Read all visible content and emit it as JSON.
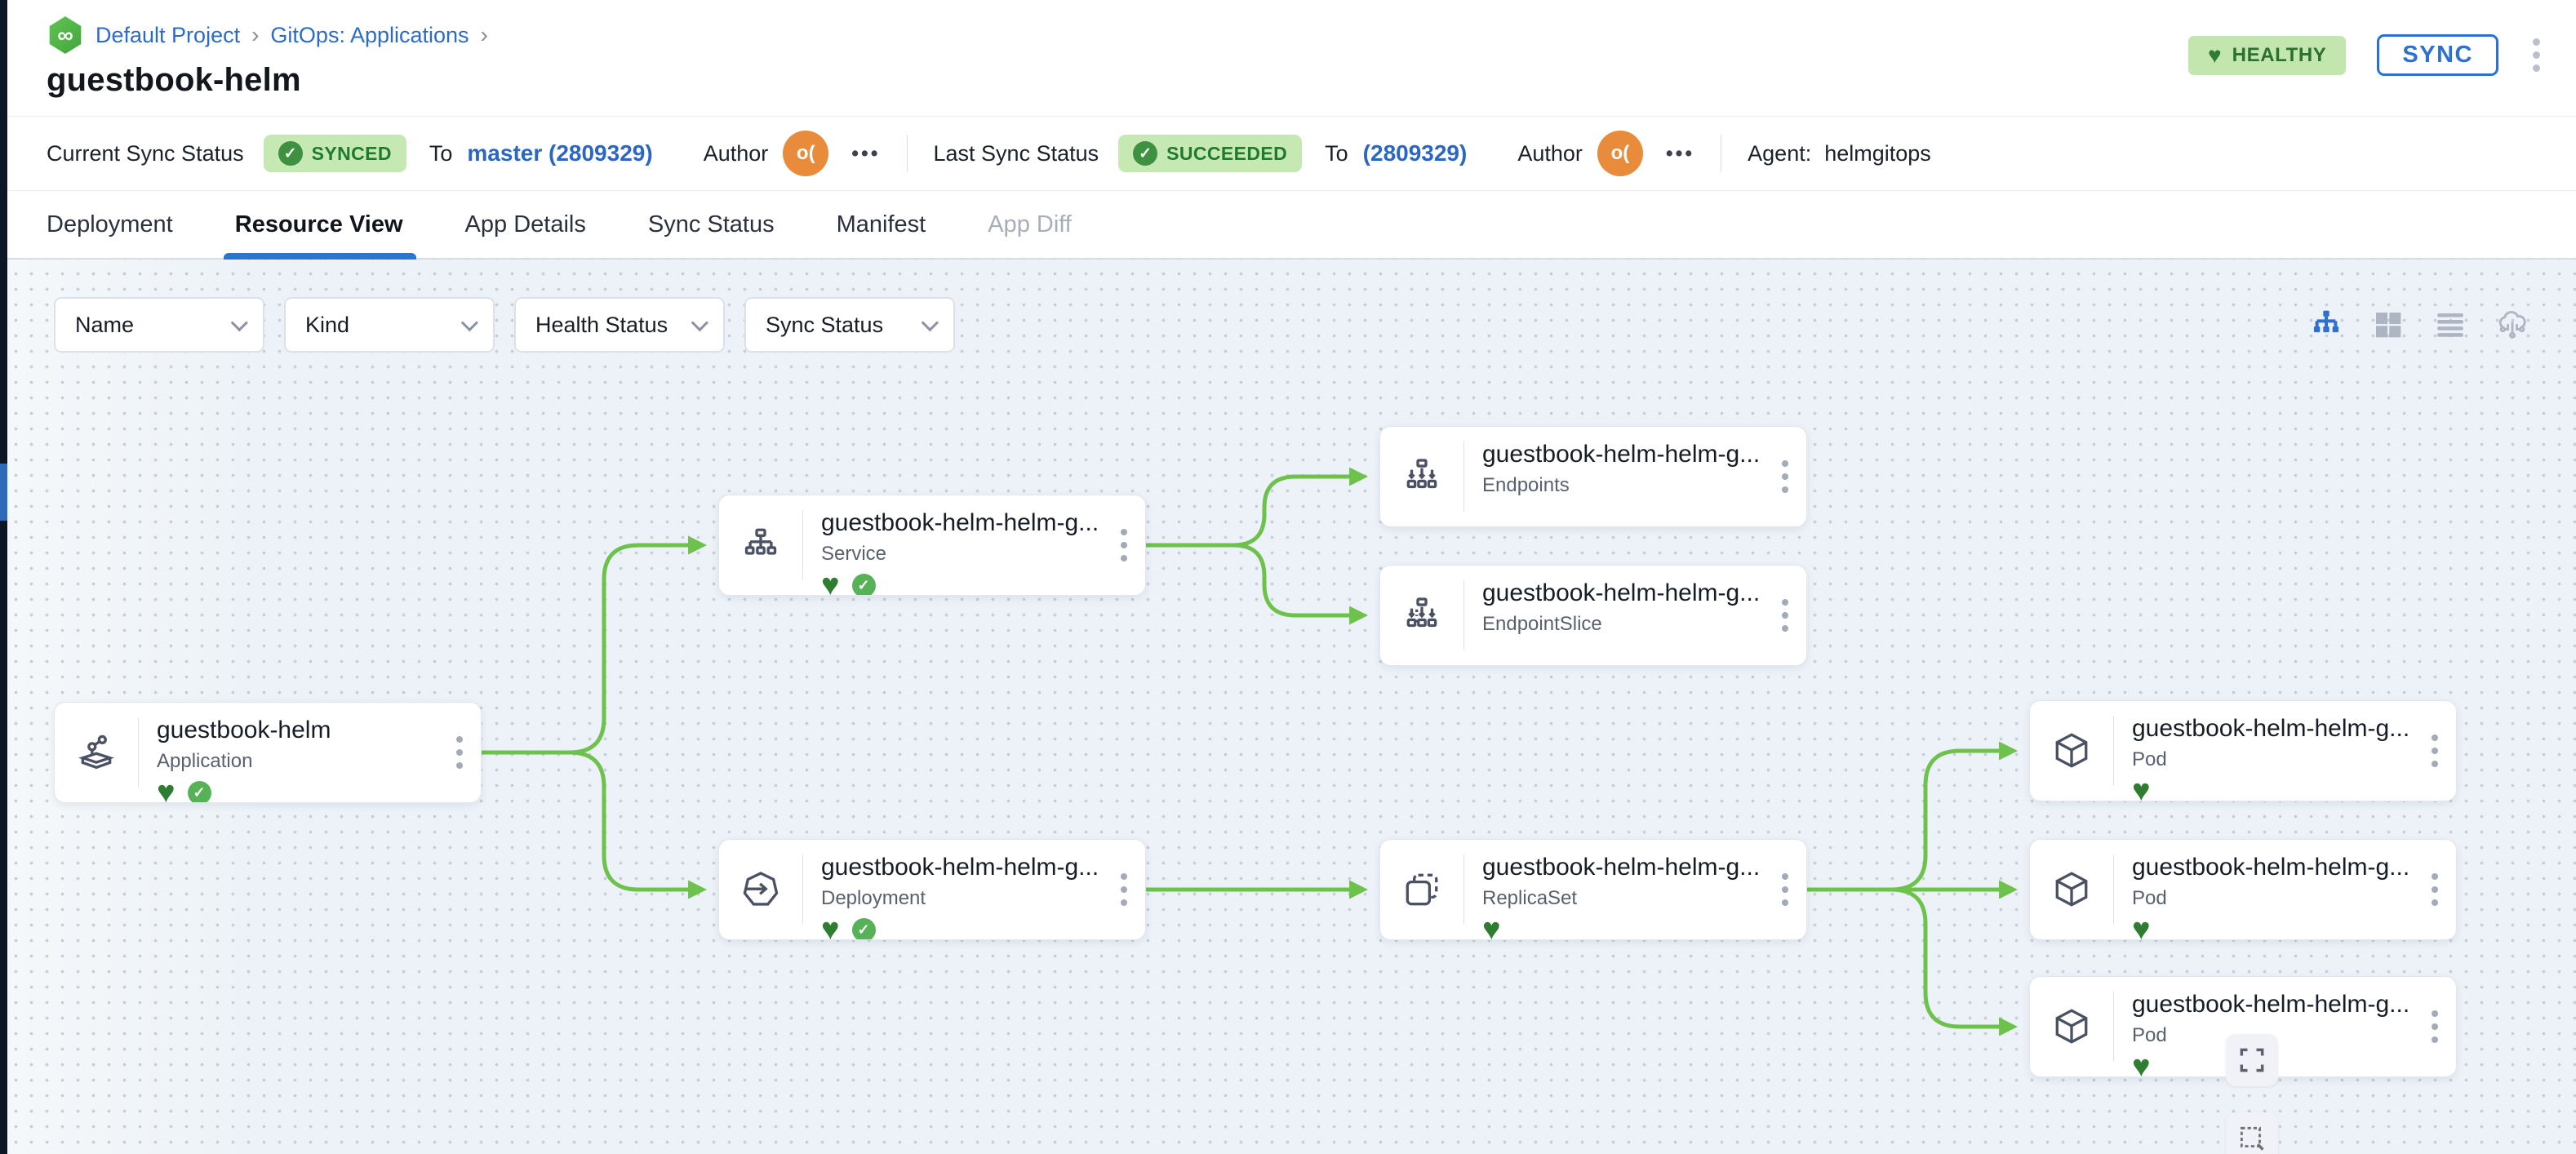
{
  "breadcrumb": {
    "logo_glyph": "∞",
    "items": [
      {
        "label": "Default Project"
      },
      {
        "label": "GitOps: Applications"
      }
    ],
    "separator": "›"
  },
  "page_title": "guestbook-helm",
  "header_actions": {
    "health_badge": "HEALTHY",
    "sync_button": "SYNC"
  },
  "status_bar": {
    "current_label": "Current Sync Status",
    "current_badge": "SYNCED",
    "current_to": "To",
    "current_revision": "master (2809329)",
    "current_author_label": "Author",
    "current_avatar": "o(",
    "current_more": "•••",
    "last_label": "Last Sync Status",
    "last_badge": "SUCCEEDED",
    "last_to": "To",
    "last_revision": "(2809329)",
    "last_author_label": "Author",
    "last_avatar": "o(",
    "last_more": "•••",
    "agent_label": "Agent:",
    "agent_value": "helmgitops"
  },
  "tabs": [
    {
      "label": "Deployment"
    },
    {
      "label": "Resource View",
      "active": true
    },
    {
      "label": "App Details"
    },
    {
      "label": "Sync Status"
    },
    {
      "label": "Manifest"
    },
    {
      "label": "App Diff",
      "disabled": true
    }
  ],
  "filters": [
    {
      "label": "Name"
    },
    {
      "label": "Kind"
    },
    {
      "label": "Health Status"
    },
    {
      "label": "Sync Status"
    }
  ],
  "glyphs": {
    "heart": "♥",
    "check": "✓"
  },
  "graph": {
    "nodes": [
      {
        "title": "guestbook-helm",
        "kind": "Application",
        "healthy": true,
        "synced": true
      },
      {
        "title": "guestbook-helm-helm-g...",
        "kind": "Service",
        "healthy": true,
        "synced": true
      },
      {
        "title": "guestbook-helm-helm-g...",
        "kind": "Endpoints"
      },
      {
        "title": "guestbook-helm-helm-g...",
        "kind": "EndpointSlice"
      },
      {
        "title": "guestbook-helm-helm-g...",
        "kind": "Deployment",
        "healthy": true,
        "synced": true
      },
      {
        "title": "guestbook-helm-helm-g...",
        "kind": "ReplicaSet",
        "healthy": true
      },
      {
        "title": "guestbook-helm-helm-g...",
        "kind": "Pod",
        "healthy": true
      },
      {
        "title": "guestbook-helm-helm-g...",
        "kind": "Pod",
        "healthy": true
      },
      {
        "title": "guestbook-helm-helm-g...",
        "kind": "Pod",
        "healthy": true
      }
    ]
  },
  "colors": {
    "accent_blue": "#2e70d2",
    "edge_green": "#6cc24b",
    "healthy_heart": "#2f7d31",
    "badge_bg": "#c6e9b4",
    "rail_dark": "#0d1624"
  }
}
